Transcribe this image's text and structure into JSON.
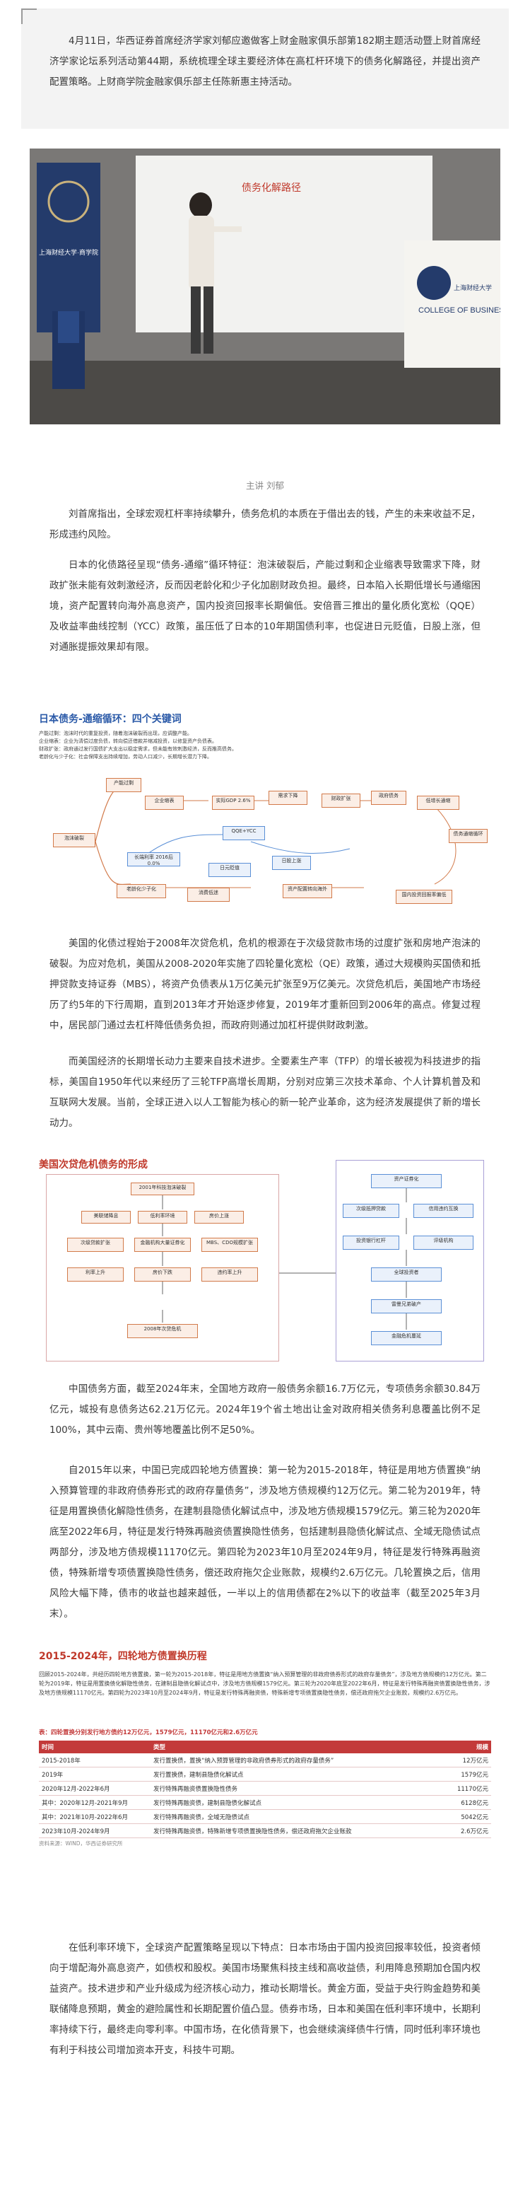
{
  "intro": {
    "text": "4月11日，华西证券首席经济学家刘郁应邀做客上财金融家俱乐部第182期主题活动暨上财首席经济学家论坛系列活动第44期，系统梳理全球主要经济体在高杠杆环境下的债务化解路径，并提出资产配置策略。上财商学院金融家俱乐部主任陈新惠主持活动。"
  },
  "photo": {
    "screen_text": "债务化解路径",
    "logo_left_text": "上海财经大学·商学院",
    "logo_right_text": "上海财经大学",
    "logo_right_sub": "COLLEGE OF BUSINESS"
  },
  "caption": "主讲 刘郁",
  "paragraphs": {
    "p1": "刘首席指出，全球宏观杠杆率持续攀升，债务危机的本质在于借出去的钱，产生的未来收益不足，形成违约风险。",
    "p2": "日本的化债路径呈现“债务-通缩”循环特征：泡沫破裂后，产能过剩和企业缩表导致需求下降，财政扩张未能有效刺激经济，反而因老龄化和少子化加剧财政负担。最终，日本陷入长期低增长与通缩困境，资产配置转向海外高息资产，国内投资回报率长期偏低。安倍晋三推出的量化质化宽松（QQE）及收益率曲线控制（YCC）政策，虽压低了日本的10年期国债利率，也促进日元贬值，日股上涨，但对通胀提振效果却有限。",
    "p3": "美国的化债过程始于2008年次贷危机，危机的根源在于次级贷款市场的过度扩张和房地产泡沫的破裂。为应对危机，美国从2008-2020年实施了四轮量化宽松（QE）政策，通过大规模购买国债和抵押贷款支持证券（MBS），将资产负债表从1万亿美元扩张至9万亿美元。次贷危机后，美国地产市场经历了约5年的下行周期，直到2013年才开始逐步修复，2019年才重新回到2006年的高点。修复过程中，居民部门通过去杠杆降低债务负担，而政府则通过加杠杆提供财政刺激。",
    "p4": "而美国经济的长期增长动力主要来自技术进步。全要素生产率（TFP）的增长被视为科技进步的指标，美国自1950年代以来经历了三轮TFP高增长周期，分别对应第三次技术革命、个人计算机普及和互联网大发展。当前，全球正进入以人工智能为核心的新一轮产业革命，这为经济发展提供了新的增长动力。",
    "p5": "中国债务方面，截至2024年末，全国地方政府一般债务余额16.7万亿元，专项债务余额30.84万亿元，城投有息债务达62.21万亿元。2024年19个省土地出让金对政府相关债务利息覆盖比例不足100%，其中云南、贵州等地覆盖比例不足50%。",
    "p6": "自2015年以来，中国已完成四轮地方债置换：第一轮为2015-2018年，特征是用地方债置换“纳入预算管理的非政府债券形式的政府存量债务”，涉及地方债规模约12万亿元。第二轮为2019年，特征是用置换债化解隐性债务，在建制县隐债化解试点中，涉及地方债规模1579亿元。第三轮为2020年底至2022年6月，特征是发行特殊再融资债置换隐性债务，包括建制县隐债化解试点、全域无隐债试点两部分，涉及地方债规模11170亿元。第四轮为2023年10月至2024年9月，特征是发行特殊再融资债，特殊新增专项债置换隐性债务，偿还政府拖欠企业账款，规模约2.6万亿元。几轮置换之后，信用风险大幅下降，债市的收益也越来越低，一半以上的信用债都在2%以下的收益率（截至2025年3月末）。",
    "p7": "在低利率环境下，全球资产配置策略呈现以下特点：日本市场由于国内投资回报率较低，投资者倾向于增配海外高息资产，如债权和股权。美国市场聚焦科技主线和高收益债，利用降息预期加仓国内权益资产。技术进步和产业升级成为经济核心动力，推动长期增长。黄金方面，受益于央行购金趋势和美联储降息预期，黄金的避险属性和长期配置价值凸显。债券市场，日本和美国在低利率环境中，长期利率持续下行，最终走向零利率。中国市场，在化债背景下，也会继续演绎债牛行情，同时低利率环境也有利于科技公司增加资本开支，科技牛可期。"
  },
  "fig1": {
    "title": "日本债务-通缩循环：四个关键词",
    "bullets": [
      "产能过剩：泡沫时代的重复投资，随着泡沫破裂而出现，应调整产能。",
      "企业缩表：企业为清偿过度负债，转向偿还借款并缩减投资，以修复资产负债表。",
      "财政扩张：政府通过发行国债扩大支出以稳定需求，但未能有效刺激经济，反而推高债务。",
      "老龄化与少子化：社会保障支出持续增加，劳动人口减少，长期增长潜力下降。"
    ],
    "nodes": {
      "n_bubble": "泡沫破裂",
      "n_cycle": "债务通缩循环",
      "n_capacity": "产能过剩",
      "n_shrink": "企业缩表",
      "n_demand": "需求下降",
      "n_gdp": "实际GDP 2.6%",
      "n_fiscal": "财政扩张",
      "n_debt": "政府债务",
      "n_lowgrowth": "低增长通缩",
      "n_qqe": "QQE+YCC",
      "n_aging": "老龄化少子化",
      "n_ltrate": "长端利率 2016后0.0%",
      "n_consume": "消费低迷",
      "n_outbound": "资产配置转向海外",
      "n_yen": "日元贬值",
      "n_stock": "日股上涨",
      "n_return": "国内投资回报率偏低"
    }
  },
  "fig2": {
    "title": "美国次贷危机债务的形成",
    "nodes": {
      "a1": "2001年科技泡沫破裂",
      "a2": "美联储降息",
      "a3": "低利率环境",
      "a4": "房价上涨",
      "a5": "次级贷款扩张",
      "a6": "金融机构大量证券化",
      "a7": "MBS、CDO规模扩张",
      "a8": "利率上升",
      "a9": "房价下跌",
      "a10": "违约率上升",
      "a11": "2008年次贷危机",
      "b1": "资产证券化",
      "b2": "次级抵押贷款",
      "b3": "信用违约互换",
      "b4": "投资银行杠杆",
      "b5": "评级机构",
      "b6": "全球投资者",
      "b7": "雷曼兄弟破产",
      "b8": "金融危机蔓延"
    }
  },
  "fig3": {
    "title": "2015-2024年，四轮地方债置换历程",
    "bullets": [
      "回顾2015-2024年，共经历四轮地方债置换，第一轮为2015-2018年，特征是用地方债置换“纳入预算管理的非政府债券形式的政府存量债务”，涉及地方债规模约12万亿元。第二轮为2019年，特征是用置换债化解隐性债务，在建制县隐债化解试点中，涉及地方债规模1579亿元。第三轮为2020年底至2022年6月，特征是发行特殊再融资债置换隐性债务，涉及地方债规模11170亿元。第四轮为2023年10月至2024年9月，特征是发行特殊再融资债，特殊新增专项债置换隐性债务，偿还政府拖欠企业账款，规模约2.6万亿元。"
    ],
    "highlight": "表：四轮置换分别发行地方债约12万亿元，1579亿元，11170亿元和2.6万亿元",
    "columns": [
      "时间",
      "类型",
      "规模"
    ],
    "rows": [
      [
        "2015-2018年",
        "发行置换债，置换“纳入预算管理的非政府债券形式的政府存量债务”",
        "12万亿元"
      ],
      [
        "2019年",
        "发行置换债，建制县隐债化解试点",
        "1579亿元"
      ],
      [
        "2020年12月-2022年6月",
        "发行特殊再融资债置换隐性债务",
        "11170亿元"
      ],
      [
        "其中：2020年12月-2021年9月",
        "发行特殊再融资债，建制县隐债化解试点",
        "6128亿元"
      ],
      [
        "其中：2021年10月-2022年6月",
        "发行特殊再融资债，全域无隐债试点",
        "5042亿元"
      ],
      [
        "2023年10月-2024年9月",
        "发行特殊再融资债，特殊新增专项债置换隐性债务，偿还政府拖欠企业账款",
        "2.6万亿元"
      ]
    ],
    "source": "资料来源：WIND，华西证券研究所"
  },
  "colors": {
    "accent_red": "#c33a3a",
    "fig_title_blue": "#2b5aa8",
    "fig_title_red": "#c0392b"
  }
}
